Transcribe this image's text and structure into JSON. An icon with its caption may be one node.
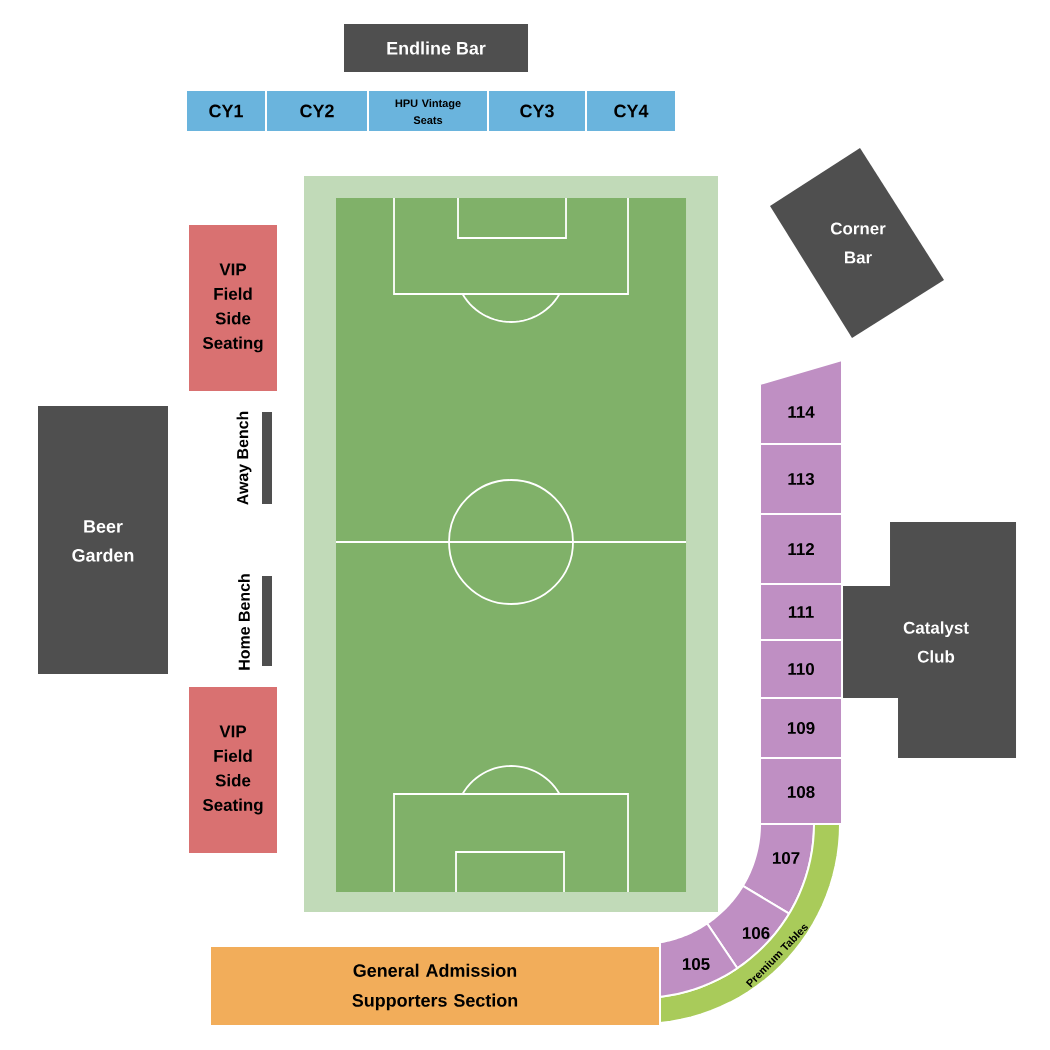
{
  "diagram": {
    "nodes": [
      {
        "text": [
          "Endline Bar"
        ]
      },
      {
        "text": [
          "CY1"
        ]
      },
      {
        "text": [
          "CY2"
        ]
      },
      {
        "text": [
          "HPU Vintage Seats"
        ]
      },
      {
        "text": [
          "CY3"
        ]
      },
      {
        "text": [
          "CY4"
        ]
      },
      {
        "text": [
          "Corner Bar"
        ]
      },
      {
        "text": [
          "VIP Field Side Seating"
        ]
      },
      {
        "text": [
          "114"
        ]
      },
      {
        "text": [
          "Beer Garden"
        ]
      },
      {
        "text": [
          "Away Bench"
        ]
      },
      {
        "text": [
          "113"
        ]
      },
      {
        "text": [
          "112"
        ]
      },
      {
        "text": [
          "Catalyst Club"
        ]
      },
      {
        "text": [
          "111"
        ]
      },
      {
        "text": [
          "Home Bench"
        ]
      },
      {
        "text": [
          "110"
        ]
      },
      {
        "text": [
          "109"
        ]
      },
      {
        "text": [
          "VIP Field Side Seating"
        ]
      },
      {
        "text": [
          "108"
        ]
      },
      {
        "text": [
          "107"
        ]
      },
      {
        "text": [
          "106"
        ]
      },
      {
        "text": [
          "Premium Tables"
        ]
      },
      {
        "text": [
          "General Admission Supporters Section"
        ]
      },
      {
        "text": [
          "105"
        ]
      }
    ]
  }
}
